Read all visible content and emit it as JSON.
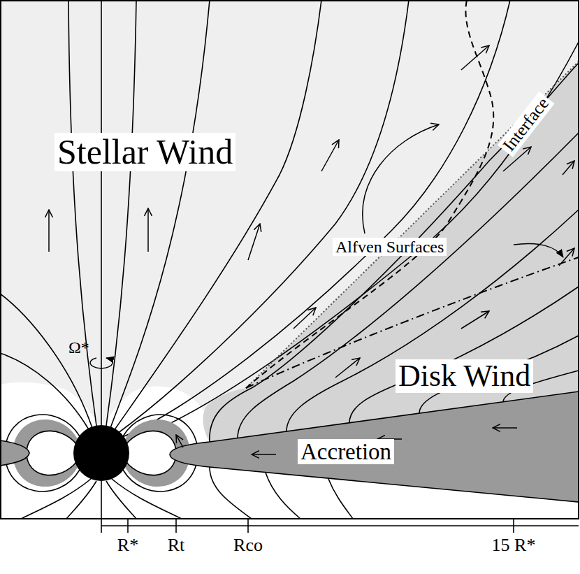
{
  "diagram": {
    "labels": [
      "Stellar Wind",
      "Ω*",
      "Alfven Surfaces",
      "Interface",
      "Disk Wind",
      "Accretion",
      "R*",
      "Rt",
      "Rco",
      "15 R*"
    ]
  }
}
